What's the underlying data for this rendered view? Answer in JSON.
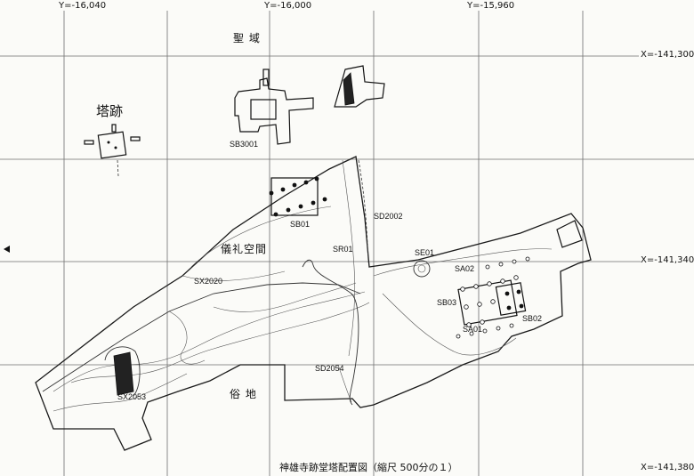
{
  "coordinates": {
    "y_labels": [
      "Y=-16,040",
      "Y=-16,000",
      "Y=-15,960"
    ],
    "x_labels": [
      "X=-141,300",
      "X=-141,340",
      "X=-141,380"
    ]
  },
  "areas": {
    "seiiki": "聖 域",
    "girei_kukan": "儀礼空間",
    "zokuchi": "俗 地",
    "toato": "塔跡"
  },
  "features": {
    "sb3001": "SB3001",
    "sb01": "SB01",
    "sd2002": "SD2002",
    "sr01": "SR01",
    "se01": "SE01",
    "sa02": "SA02",
    "sx2020": "SX2020",
    "sb03": "SB03",
    "sb02": "SB02",
    "sa01": "SA01",
    "sd2054": "SD2054",
    "sx2053": "SX2053"
  },
  "caption": "神雄寺跡堂塔配置図（縮尺 500分の１）"
}
